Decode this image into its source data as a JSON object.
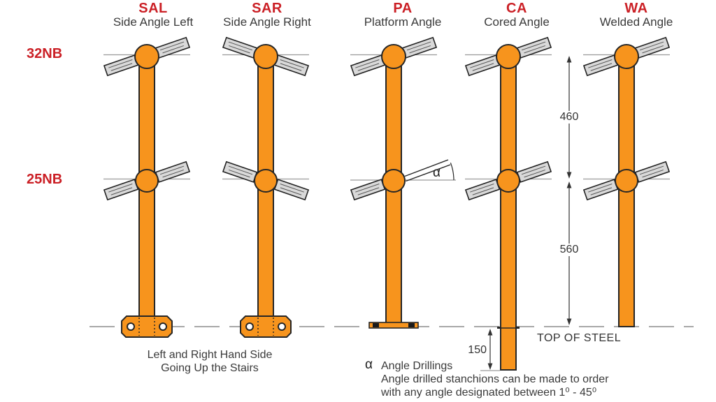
{
  "columns": [
    {
      "code": "SAL",
      "name": "Side Angle Left"
    },
    {
      "code": "SAR",
      "name": "Side Angle Right"
    },
    {
      "code": "PA",
      "name": "Platform Angle"
    },
    {
      "code": "CA",
      "name": "Cored Angle"
    },
    {
      "code": "WA",
      "name": "Welded Angle"
    }
  ],
  "side_labels": {
    "top_rail": "32NB",
    "knee_rail": "25NB"
  },
  "dimensions": {
    "top_span": "460",
    "bottom_span": "560",
    "core_depth": "150",
    "steel_line_label": "TOP OF STEEL"
  },
  "annotations": {
    "alpha_symbol": "α",
    "caption_line1": "Left and Right Hand Side",
    "caption_line2": "Going Up the Stairs",
    "note_alpha": "α",
    "note_title": "Angle Drillings",
    "note_line2": "Angle drilled stanchions can be made to order",
    "note_line3": "with any angle designated between 1⁰ - 45⁰"
  },
  "colors": {
    "stanchion_orange": "#F7941D",
    "rail_gray": "#D9D9D9",
    "heading_red": "#CB2026",
    "text_dark": "#3A3A3A",
    "line_gray": "#8C8C8C"
  }
}
